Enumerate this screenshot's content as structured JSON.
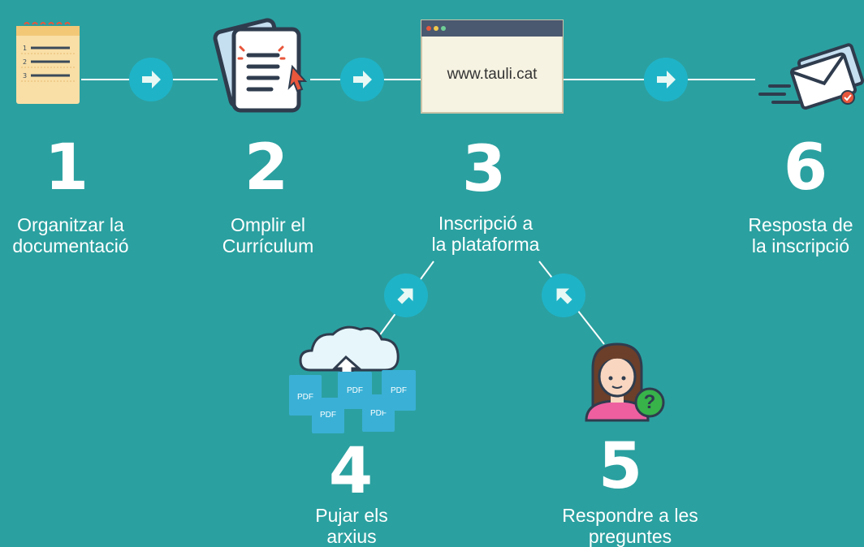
{
  "colors": {
    "background": "#2ba0a0",
    "arrow_circle": "#1fb3c7",
    "arrow_glyph": "#e8f8f4",
    "line": "#ffffff"
  },
  "browser": {
    "url": "www.tauli.cat"
  },
  "steps": [
    {
      "number": "1",
      "label": "Organitzar la\ndocumentació",
      "icon": "checklist-notepad-icon"
    },
    {
      "number": "2",
      "label": "Omplir el\nCurrículum",
      "icon": "document-edit-icon"
    },
    {
      "number": "3",
      "label": "Inscripció a\nla plataforma",
      "icon": "browser-window-icon"
    },
    {
      "number": "4",
      "label": "Pujar els\narxius",
      "icon": "cloud-upload-pdf-icon"
    },
    {
      "number": "5",
      "label": "Respondre a les\npreguntes",
      "icon": "person-question-icon"
    },
    {
      "number": "6",
      "label": "Resposta de\nla inscripció",
      "icon": "sent-envelope-icon"
    }
  ],
  "pdf_label": "PDF",
  "question_mark": "?"
}
